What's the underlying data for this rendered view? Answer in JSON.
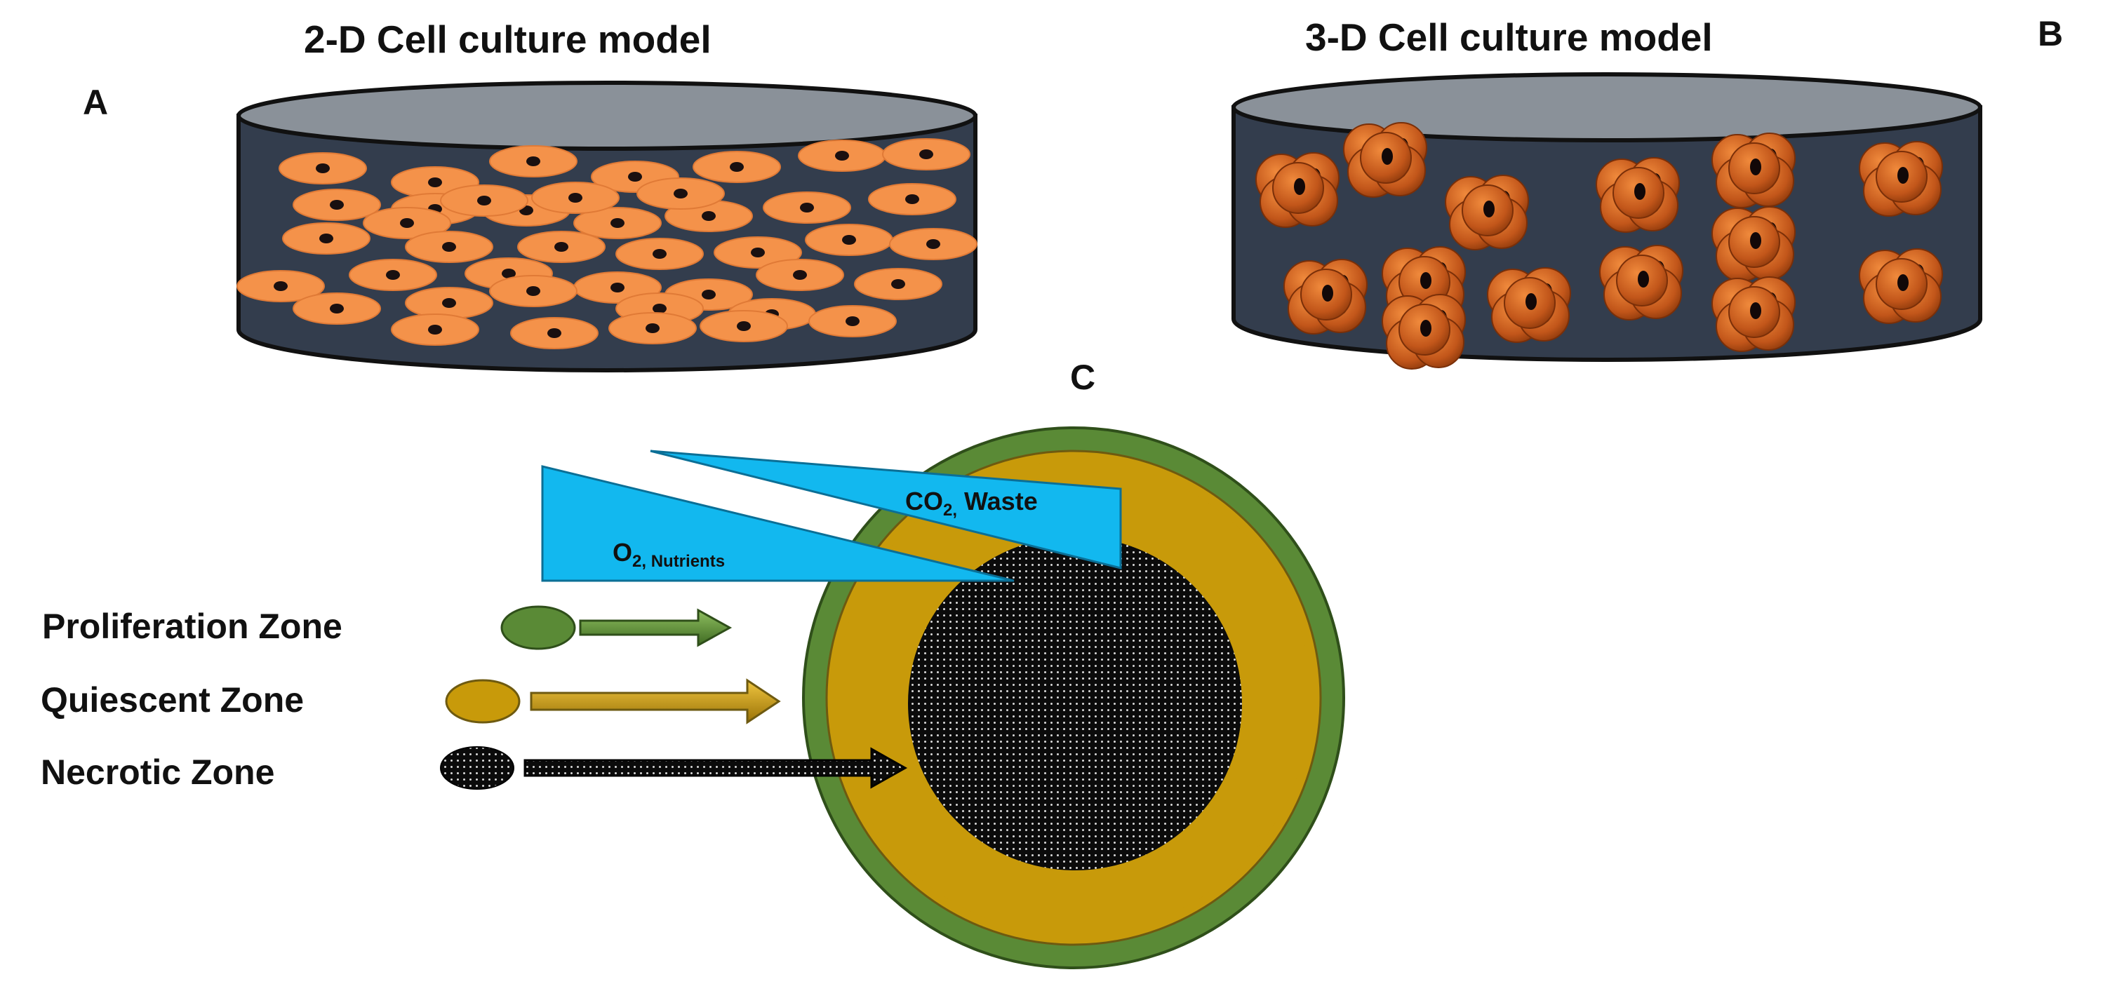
{
  "panels": {
    "a": {
      "letter": "A",
      "title": "2-D Cell culture model"
    },
    "b": {
      "letter": "B",
      "title": "3-D Cell culture model"
    },
    "c": {
      "letter": "C"
    }
  },
  "gradients": {
    "oxygen": {
      "main": "O",
      "sub": "2, Nutrients"
    },
    "carbon": {
      "main": "CO",
      "sub": "2,",
      "rest": " Waste"
    }
  },
  "zones": [
    {
      "label": "Proliferation Zone",
      "color": "#5a8a36"
    },
    {
      "label": "Quiescent Zone",
      "color": "#c89a0a"
    },
    {
      "label": "Necrotic Zone",
      "color": "#0b0b0b"
    }
  ],
  "colors": {
    "dish_body": "#333d4d",
    "dish_top": "#8a9199",
    "cell_2d": "#f4924a",
    "cell_3d": "#c2561a",
    "gradient_fill": "#12b8ef"
  }
}
